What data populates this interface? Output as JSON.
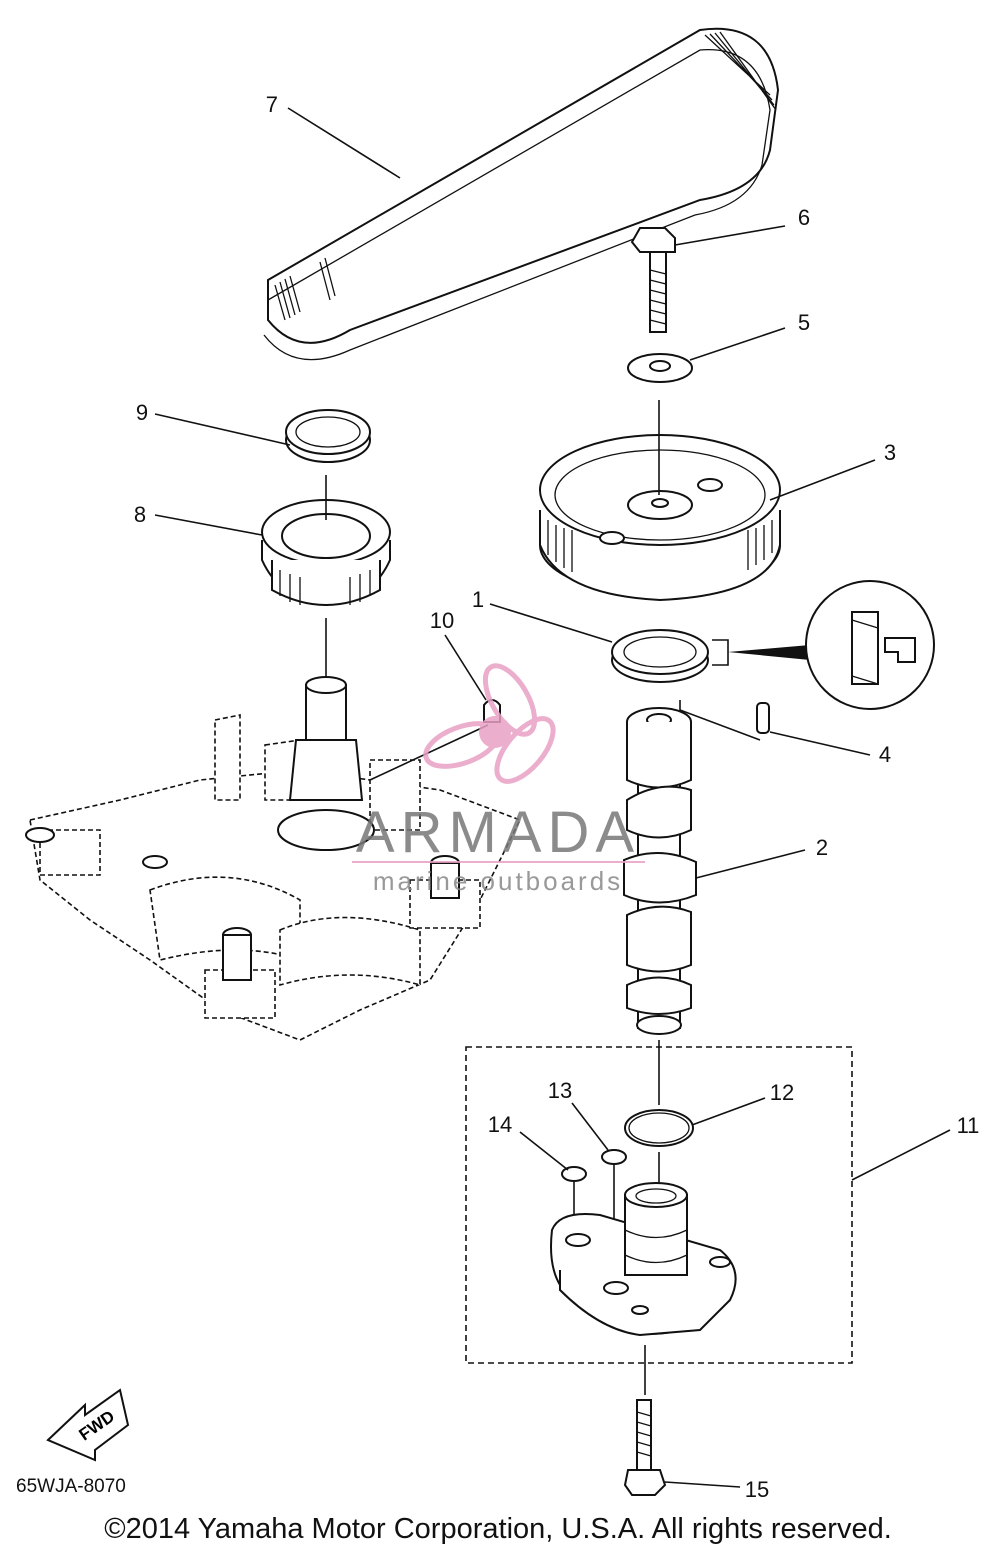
{
  "diagram": {
    "callouts": [
      {
        "id": "1",
        "label": "1"
      },
      {
        "id": "2",
        "label": "2"
      },
      {
        "id": "3",
        "label": "3"
      },
      {
        "id": "4",
        "label": "4"
      },
      {
        "id": "5",
        "label": "5"
      },
      {
        "id": "6",
        "label": "6"
      },
      {
        "id": "7",
        "label": "7"
      },
      {
        "id": "8",
        "label": "8"
      },
      {
        "id": "9",
        "label": "9"
      },
      {
        "id": "10",
        "label": "10"
      },
      {
        "id": "11",
        "label": "11"
      },
      {
        "id": "12",
        "label": "12"
      },
      {
        "id": "13",
        "label": "13"
      },
      {
        "id": "14",
        "label": "14"
      },
      {
        "id": "15",
        "label": "15"
      }
    ],
    "fwd_label": "FWD",
    "part_code": "65WJA-8070",
    "copyright": "©2014 Yamaha Motor Corporation, U.S.A. All rights reserved.",
    "watermark": {
      "brand": "ARMADA",
      "tagline": "marine outboards",
      "color": "#e8a0c4"
    }
  }
}
